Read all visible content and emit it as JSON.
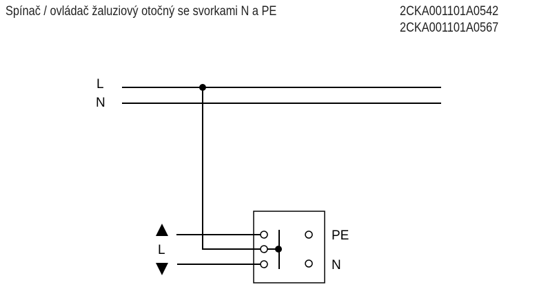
{
  "header": {
    "title": "Spínač / ovládač žaluziový otočný se svorkami N a PE",
    "codes": [
      "2CKA001101A0542",
      "2CKA001101A0567"
    ]
  },
  "diagram": {
    "bus_labels": {
      "line": "L",
      "neutral": "N"
    },
    "switch": {
      "input_label": "L",
      "terminal_labels": {
        "pe": "PE",
        "n": "N"
      },
      "outputs": [
        "up-arrow",
        "down-arrow"
      ]
    }
  }
}
